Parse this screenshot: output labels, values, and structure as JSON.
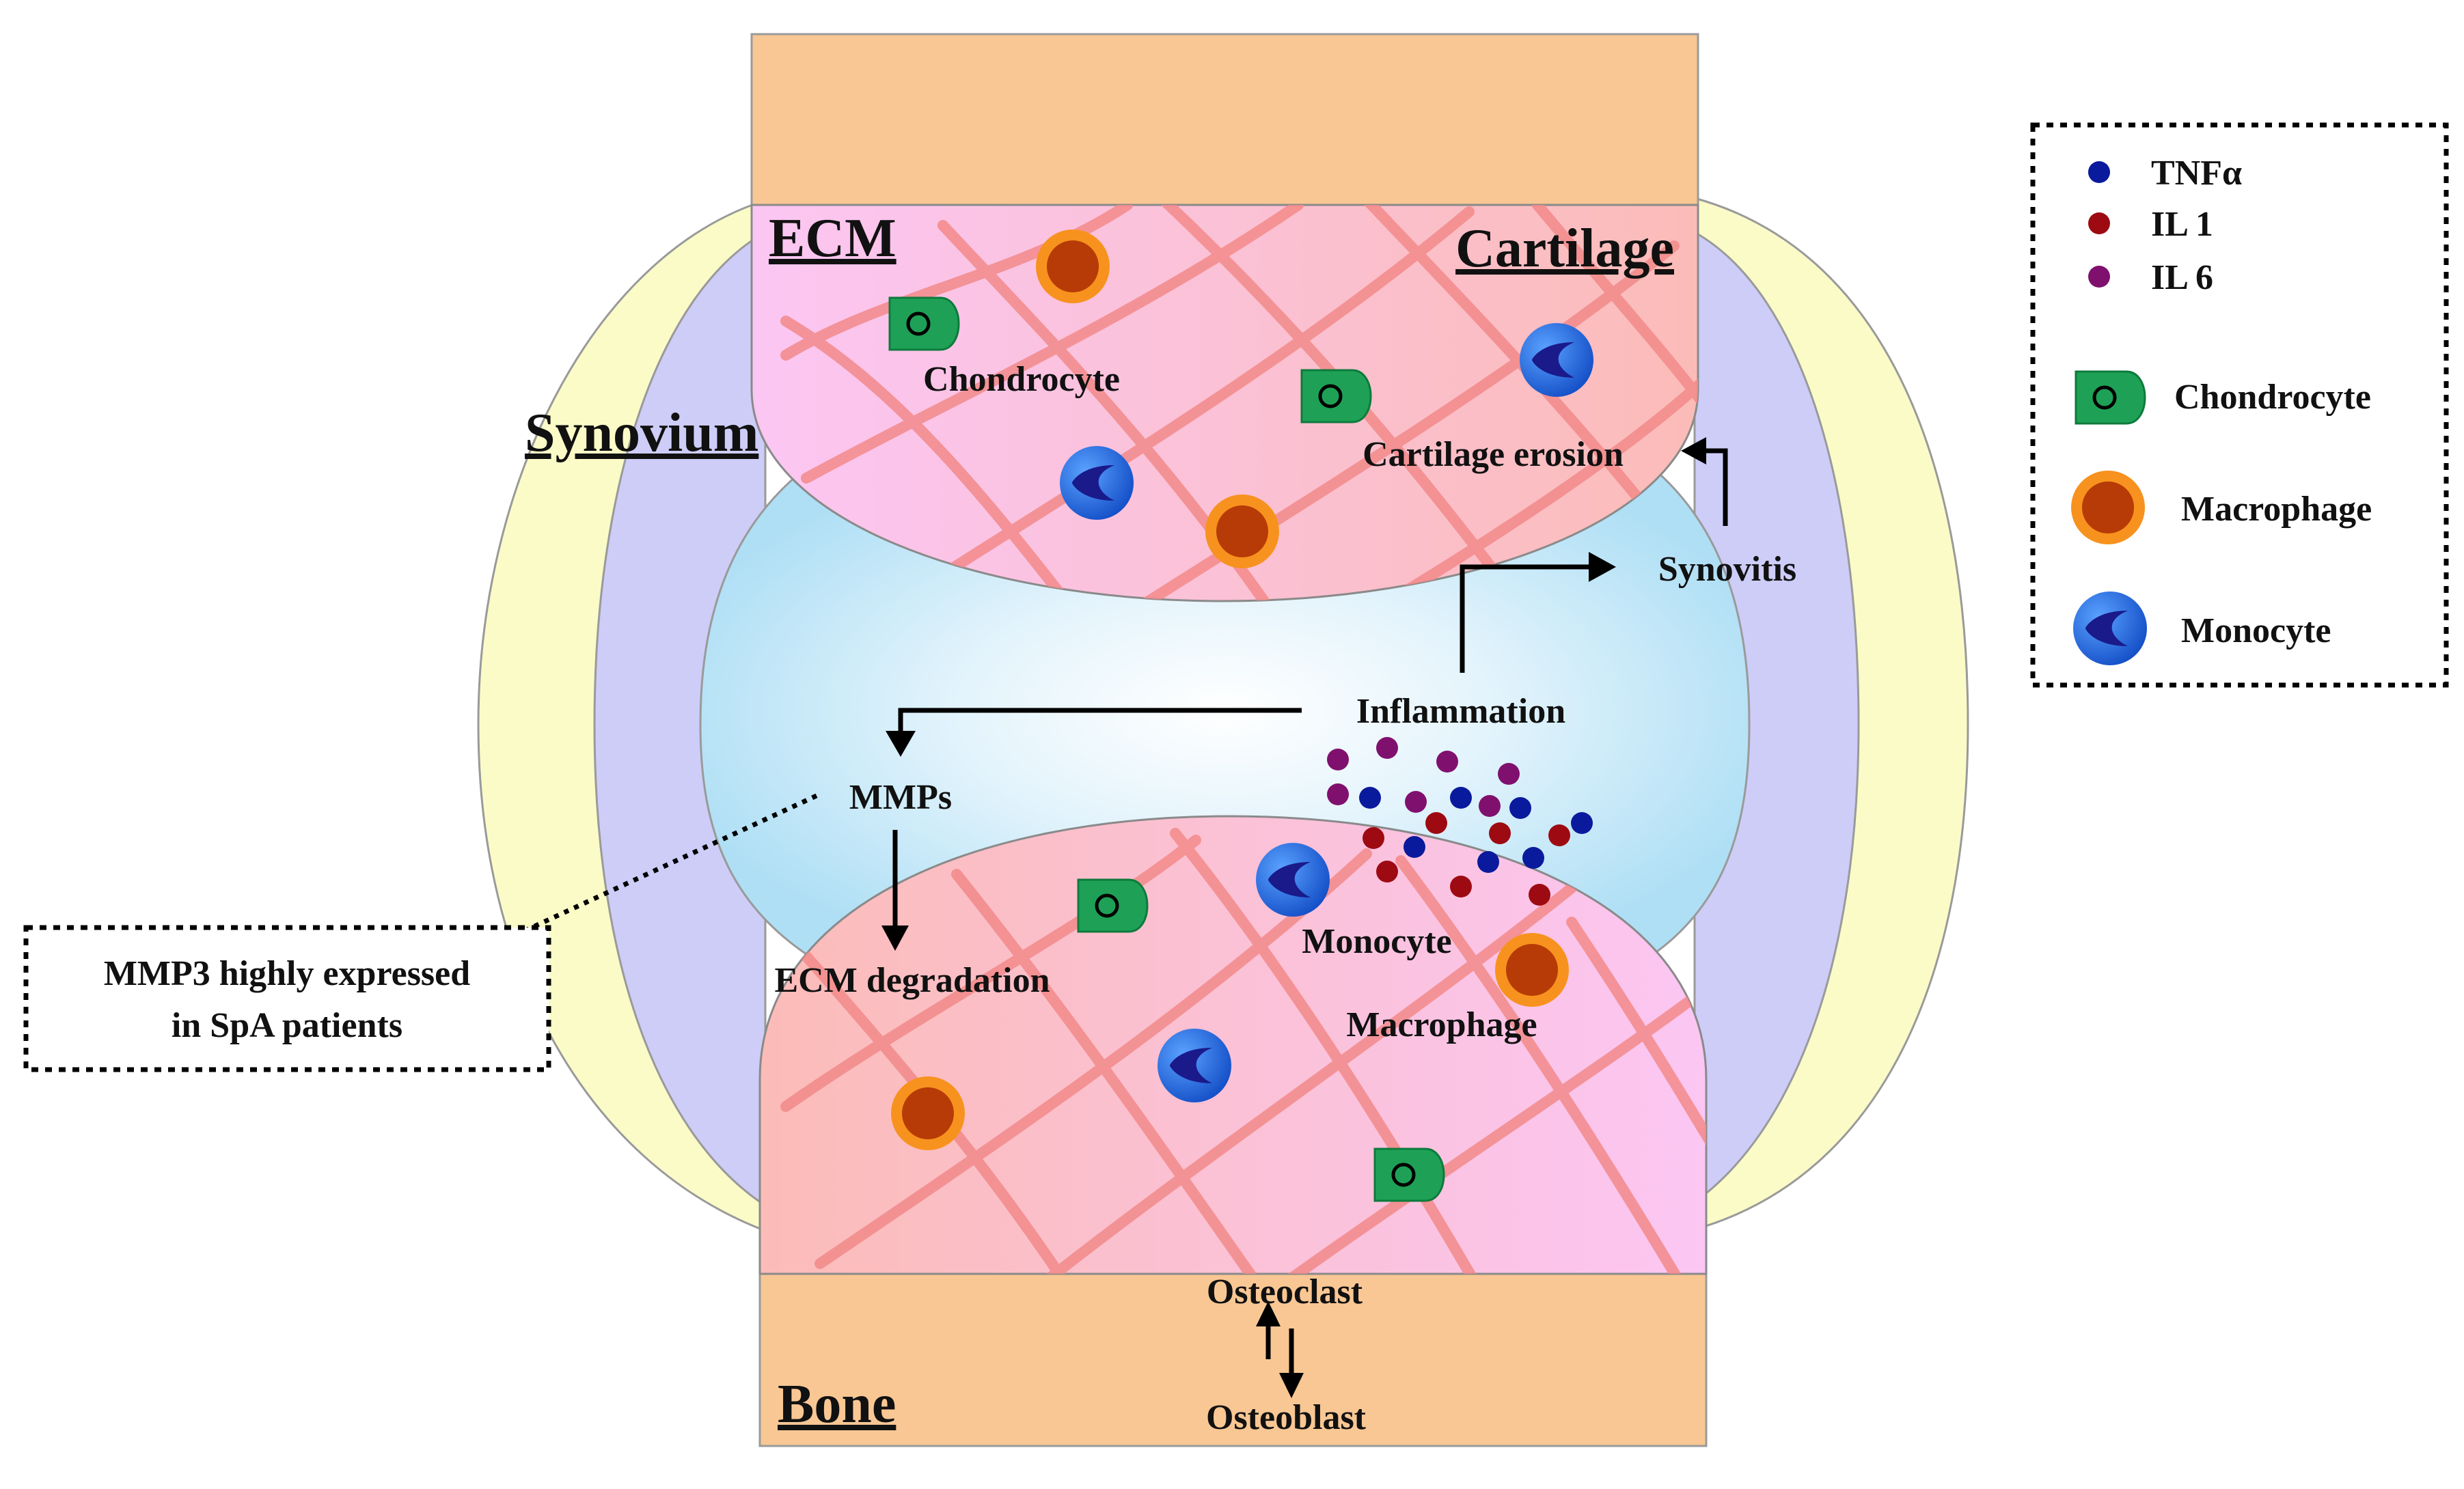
{
  "regions": {
    "ecm": "ECM",
    "cartilage": "Cartilage",
    "synovium": "Synovium",
    "bone": "Bone"
  },
  "labels": {
    "chondrocyte": "Chondrocyte",
    "cartilage_erosion": "Cartilage erosion",
    "synovitis": "Synovitis",
    "inflammation": "Inflammation",
    "mmps": "MMPs",
    "ecm_degradation": "ECM degradation",
    "monocyte": "Monocyte",
    "macrophage": "Macrophage",
    "osteoclast": "Osteoclast",
    "osteoblast": "Osteoblast"
  },
  "note": {
    "line1": "MMP3 highly expressed",
    "line2": "in SpA patients"
  },
  "legend": {
    "tnf": "TNFα",
    "il1": "IL 1",
    "il6": "IL 6",
    "chondrocyte": "Chondrocyte",
    "macrophage": "Macrophage",
    "monocyte": "Monocyte"
  },
  "colors": {
    "bone": "#f9c794",
    "synovium_outer": "#fbfbc8",
    "synovium_inner": "#cdcdf8",
    "fluid_center": "#ffffff",
    "fluid_edge": "#b4e2f6",
    "cartilage_pink": "#fbc6f0",
    "cartilage_salmon": "#fbbfbf",
    "fiber": "#f28a8a",
    "tnf": "#0a1a9c",
    "il1": "#9e0a12",
    "il6": "#80106e",
    "chondrocyte": "#1ea156",
    "macrophage_outer": "#f7921e",
    "macrophage_inner": "#b73b06",
    "monocyte": "#1d6fe0"
  }
}
